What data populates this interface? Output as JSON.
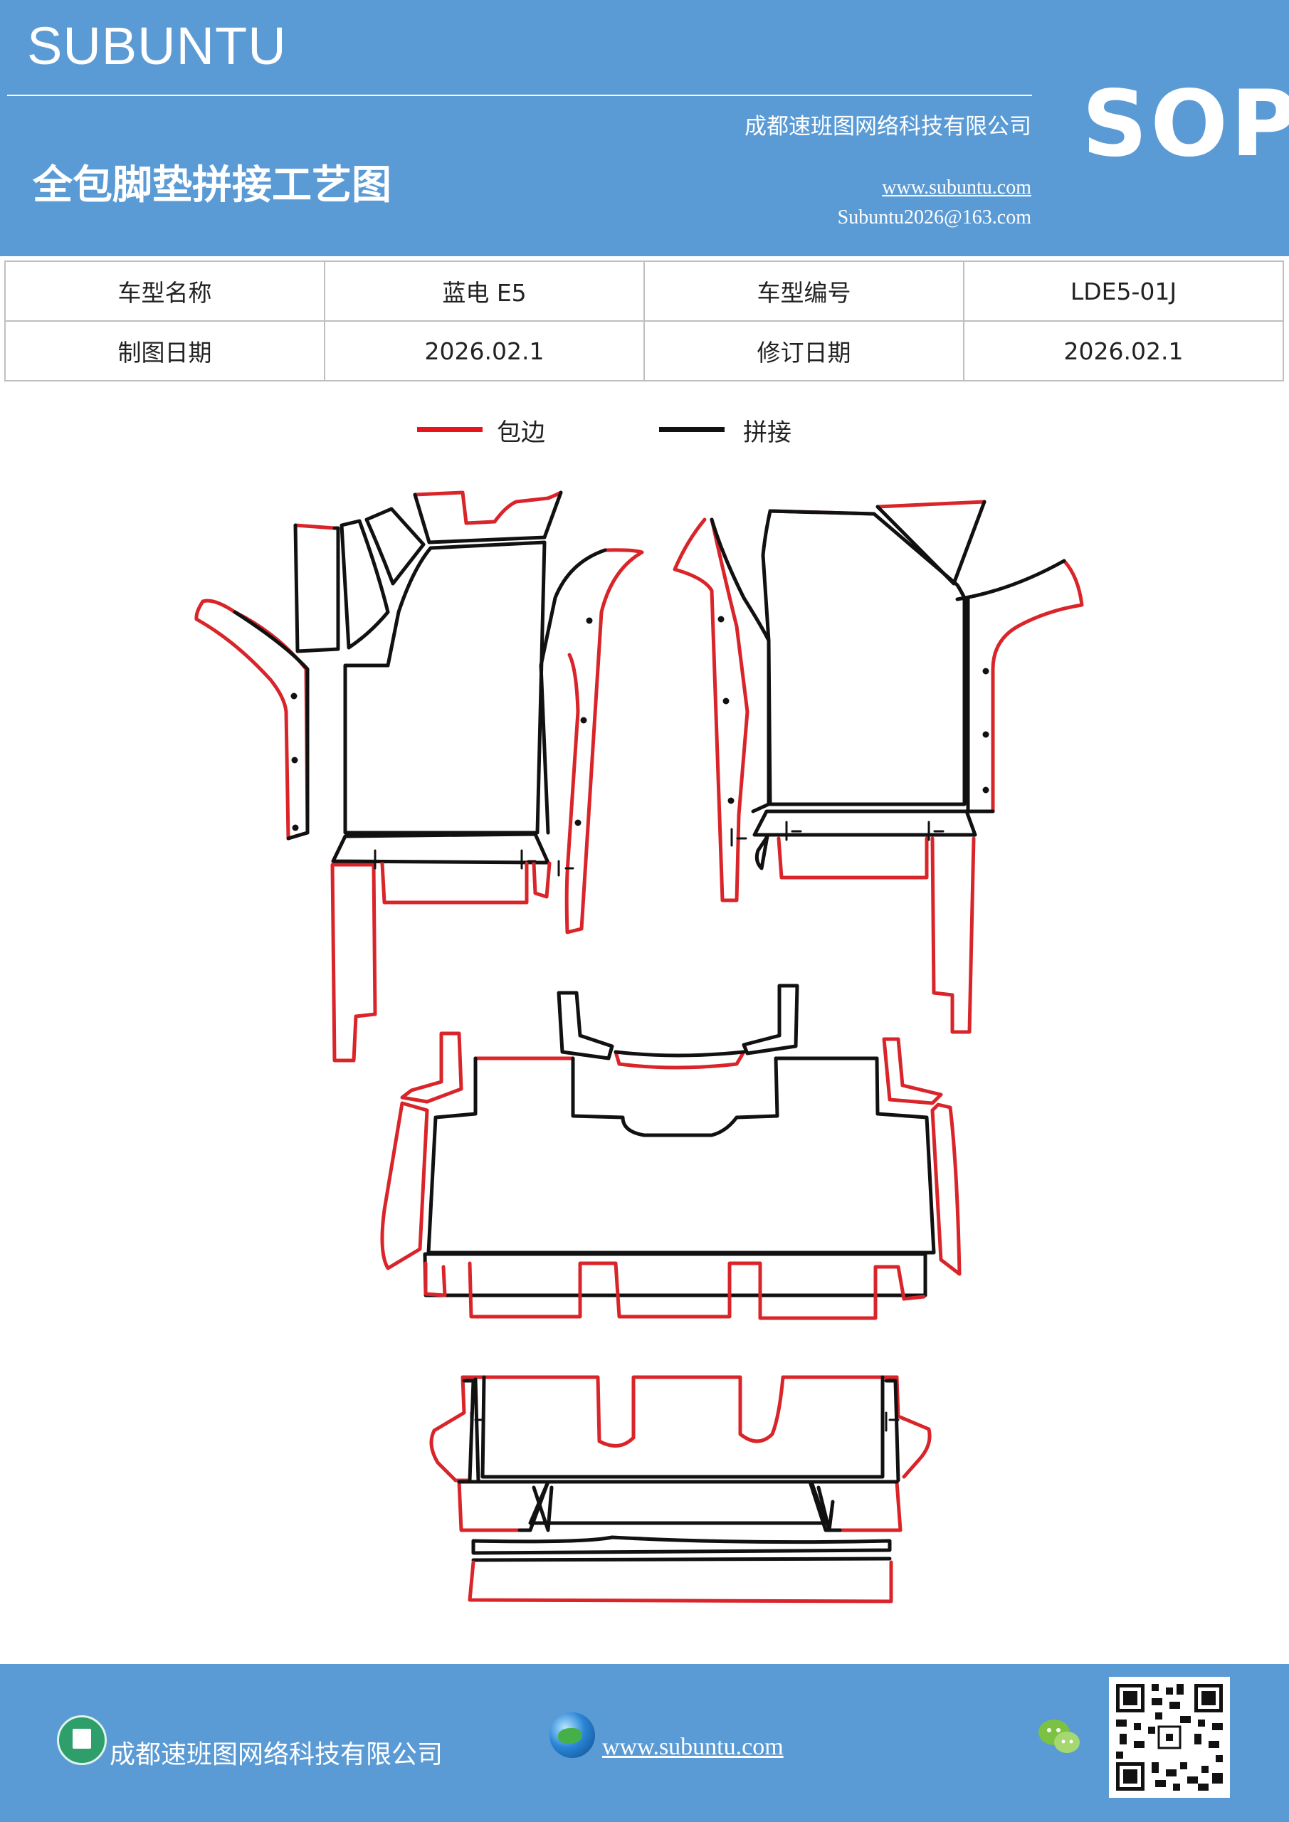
{
  "header": {
    "brand": "SUBUNTU",
    "company": "成都速班图网络科技有限公司",
    "title": "全包脚垫拼接工艺图",
    "website": "www.subuntu.com",
    "email": "Subuntu2026@163.com",
    "sop_badge": "SOP",
    "background_color": "#5b9bd5"
  },
  "info_table": {
    "rows": [
      [
        "车型名称",
        "蓝电 E5",
        "车型编号",
        "LDE5-01J"
      ],
      [
        "制图日期",
        "2026.02.1",
        "修订日期",
        "2026.02.1"
      ]
    ]
  },
  "legend": {
    "items": [
      {
        "label": "包边",
        "color": "#e8141b"
      },
      {
        "label": "拼接",
        "color": "#111111"
      }
    ]
  },
  "diagram": {
    "edge_color": "#d9252a",
    "seam_color": "#111111",
    "pieces": [
      "driver-mat",
      "passenger-mat",
      "second-row-mat",
      "third-row-mat"
    ]
  },
  "footer": {
    "company": "成都速班图网络科技有限公司",
    "website": "www.subuntu.com",
    "icons": [
      "building-icon",
      "globe-icon",
      "wechat-icon",
      "qr-code"
    ]
  }
}
